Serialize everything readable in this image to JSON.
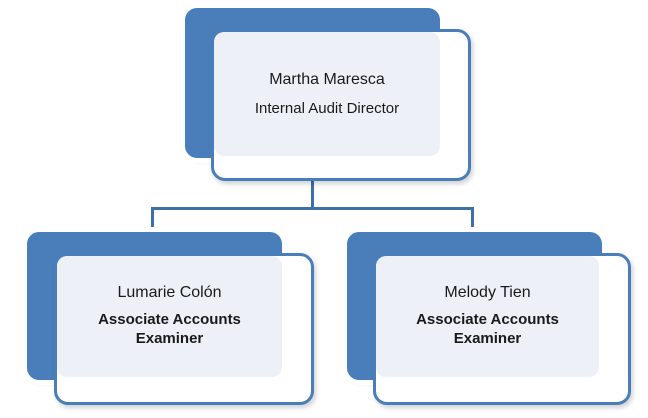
{
  "chart_data": {
    "type": "diagram",
    "diagram_type": "organizational-chart",
    "title": "",
    "orientation": "top-down",
    "levels": 2,
    "colors": {
      "node_fill": "#4A7EBB",
      "node_panel_fill": "#EDF1F7",
      "node_border": "#4A7EBB",
      "connector": "#3E6FA8",
      "text": "#1A1A1A",
      "background": "#FFFFFF"
    },
    "nodes": [
      {
        "id": "root",
        "name": "Martha Maresca",
        "title": "Internal Audit Director",
        "level": 0,
        "parent": null
      },
      {
        "id": "child-left",
        "name": "Lumarie Colón",
        "title": "Associate Accounts Examiner",
        "level": 1,
        "parent": "root"
      },
      {
        "id": "child-right",
        "name": "Melody Tien",
        "title": "Associate Accounts Examiner",
        "level": 1,
        "parent": "root"
      }
    ],
    "edges": [
      {
        "from": "root",
        "to": "child-left"
      },
      {
        "from": "root",
        "to": "child-right"
      }
    ]
  },
  "org": {
    "root": {
      "name": "Martha Maresca",
      "title": "Internal Audit Director"
    },
    "left": {
      "name": "Lumarie Colón",
      "title_line1": "Associate Accounts",
      "title_line2": "Examiner"
    },
    "right": {
      "name": "Melody Tien",
      "title_line1": "Associate Accounts",
      "title_line2": "Examiner"
    }
  }
}
